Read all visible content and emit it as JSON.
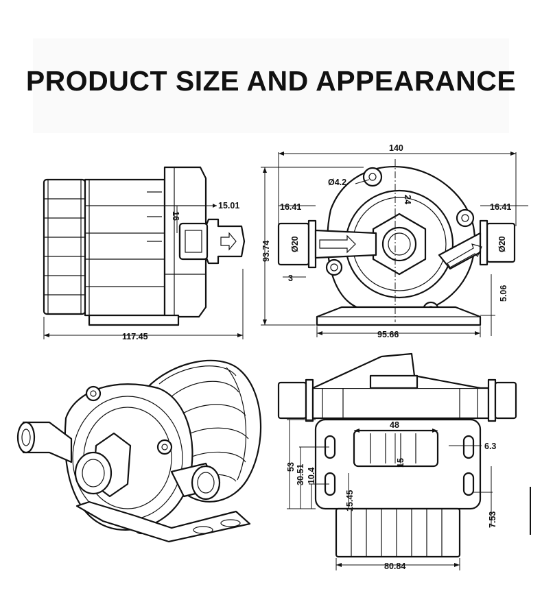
{
  "title": "PRODUCT SIZE AND APPEARANCE",
  "views": {
    "side": {
      "length": "117.45",
      "outlet_offset": "15.01",
      "port_height": "16"
    },
    "front": {
      "width": "140",
      "height": "93.74",
      "hole": "Ø4.2",
      "center": "24",
      "left_pipe": "16.41",
      "right_pipe": "16.41",
      "left_dia": "Ø20",
      "right_dia": "Ø20",
      "wall": "3",
      "base_height": "5.06",
      "base_width": "95.66"
    },
    "bottom": {
      "slot_width": "48",
      "slot_depth": "15",
      "slot_dia": "6.3",
      "height_total": "53",
      "height_a": "30.51",
      "height_b": "10.4",
      "offset_left": "15.45",
      "offset_right": "7.53",
      "width": "80.84"
    }
  },
  "colors": {
    "ink": "#111111",
    "background": "#ffffff",
    "title_band": "#fafafa"
  }
}
